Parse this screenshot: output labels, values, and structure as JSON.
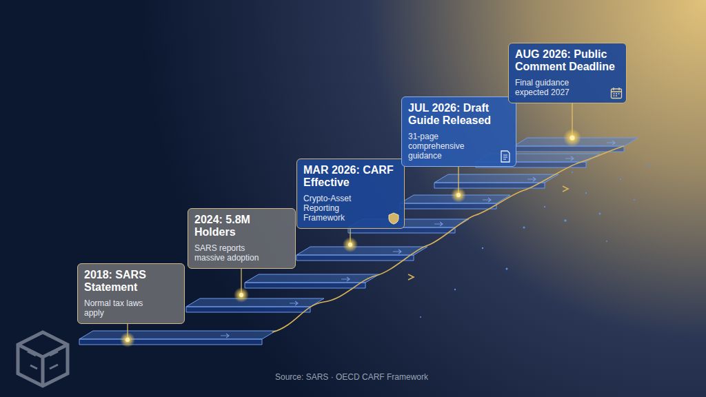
{
  "diagram": {
    "caption": "Source: SARS · OECD CARF Framework",
    "nodes": [
      {
        "text": [
          "2018: SARS Statement",
          "Normal tax laws apply"
        ]
      },
      {
        "text": [
          "2024: 5.8M Holders",
          "SARS reports massive adoption"
        ]
      },
      {
        "text": [
          "MAR 2026: CARF Effective",
          "Crypto-Asset Reporting Framework"
        ]
      },
      {
        "text": [
          "JUL 2026: Draft Guide Released",
          "31-page comprehensive guidance"
        ]
      },
      {
        "text": [
          "AUG 2026: Public Comment Deadline",
          "Final guidance expected 2027"
        ]
      }
    ]
  }
}
